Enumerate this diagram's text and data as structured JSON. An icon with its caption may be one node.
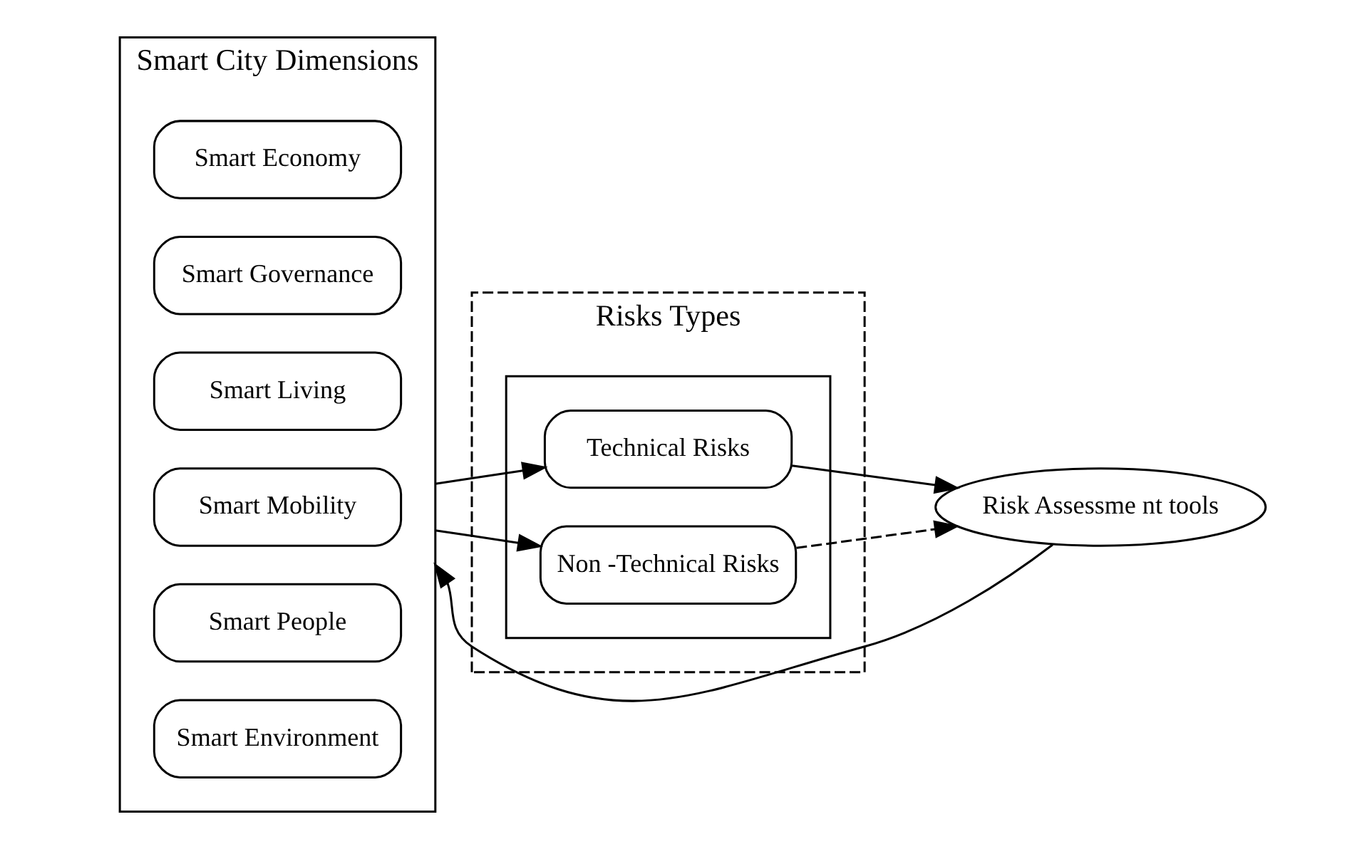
{
  "diagram": {
    "nodes": [
      {
        "text": [
          "Smart City Dimensions"
        ]
      },
      {
        "text": [
          "Smart Economy"
        ],
        "in": 0
      },
      {
        "text": [
          "Smart Governance"
        ],
        "in": 0
      },
      {
        "text": [
          "Smart Living"
        ],
        "in": 0
      },
      {
        "text": [
          "Smart Mobility"
        ],
        "in": 0
      },
      {
        "text": [
          "Smart People"
        ],
        "in": 0
      },
      {
        "text": [
          "Smart Environment"
        ],
        "in": 0
      },
      {
        "text": [
          "Risks Types"
        ]
      },
      {
        "text": [],
        "shape": "box",
        "in": 7
      },
      {
        "text": [
          "Technical Risks"
        ],
        "in": 8
      },
      {
        "text": [
          "Non -Technical Risks"
        ],
        "in": 8
      },
      {
        "text": [
          "Risk Assessme nt tools"
        ]
      }
    ],
    "edges": [
      {
        "from": 0,
        "to": 9,
        "arrow": "to"
      },
      {
        "from": 0,
        "to": 10,
        "arrow": "to"
      },
      {
        "from": 9,
        "to": 11,
        "arrow": "to"
      },
      {
        "from": 10,
        "to": 11,
        "arrow": "to",
        "style": "dashed"
      },
      {
        "from": 11,
        "to": 0,
        "arrow": "to"
      }
    ]
  }
}
